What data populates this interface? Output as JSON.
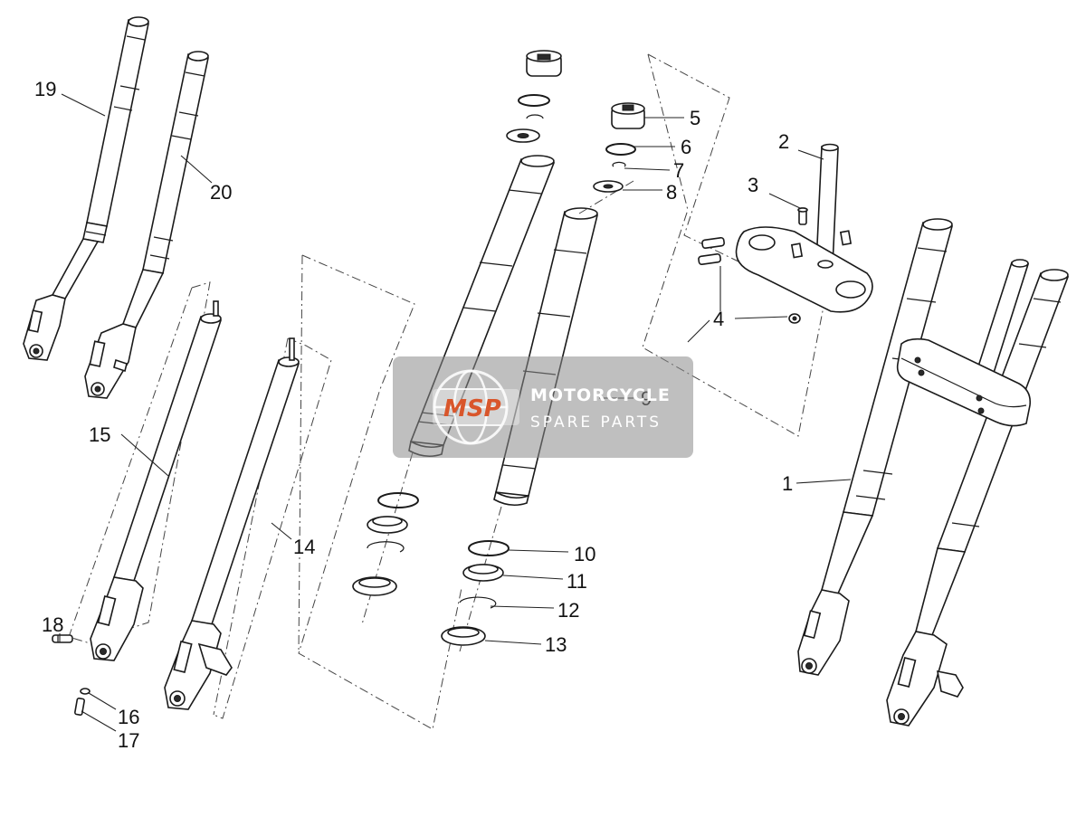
{
  "watermark": {
    "logo": "MSP",
    "line1": "MOTORCYCLE",
    "line2": "SPARE PARTS",
    "accent_color": "#d9562b"
  },
  "callouts": {
    "c1": "1",
    "c2": "2",
    "c3": "3",
    "c4": "4",
    "c5": "5",
    "c6": "6",
    "c7": "7",
    "c8": "8",
    "c9": "9",
    "c10": "10",
    "c11": "11",
    "c12": "12",
    "c13": "13",
    "c14": "14",
    "c15": "15",
    "c16": "16",
    "c17": "17",
    "c18": "18",
    "c19": "19",
    "c20": "20"
  }
}
